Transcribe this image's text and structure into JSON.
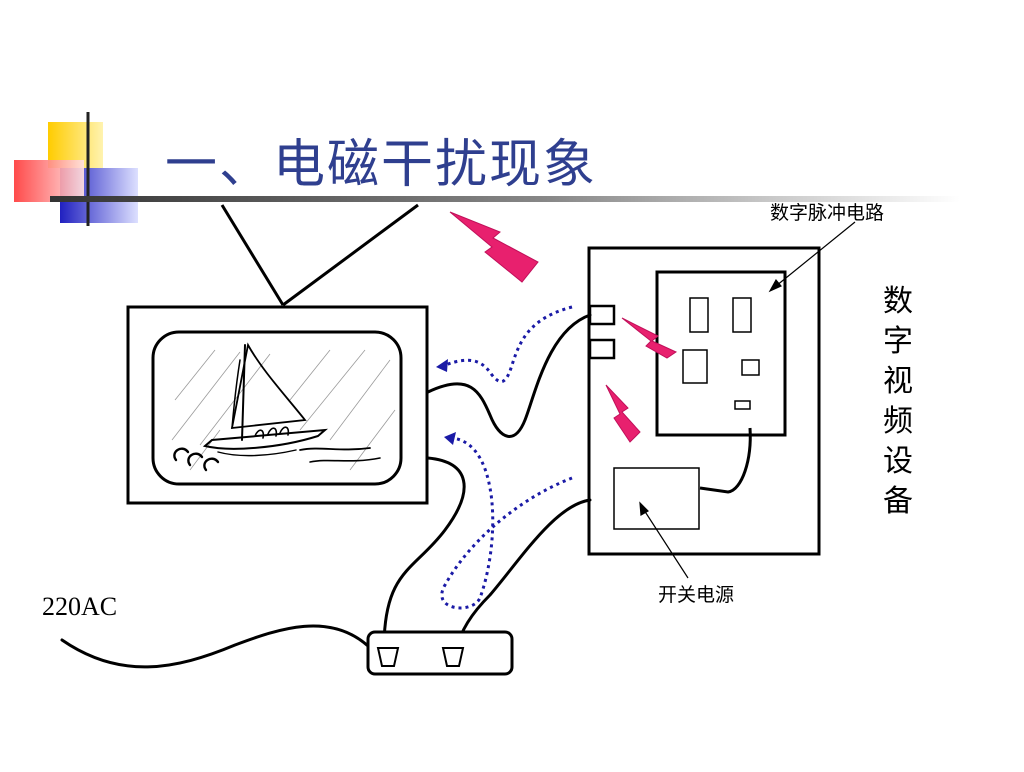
{
  "slide": {
    "title": "一、电磁干扰现象"
  },
  "labels": {
    "digital_pulse_circuit": "数字脉冲电路",
    "switching_power_supply": "开关电源",
    "mains_voltage": "220AC",
    "digital_video_device": [
      "数",
      "字",
      "视",
      "频",
      "设",
      "备"
    ]
  },
  "colors": {
    "title": "#2f3f8f",
    "interference_bolt": "#e8206e",
    "coupling_path": "#1a1aa6",
    "accent_yellow": "#ffd200",
    "accent_blue": "#3838c8",
    "accent_red": "#ff4040",
    "line": "#000000"
  },
  "icons": {
    "sailboat": "sailboat-icon",
    "lightning": "lightning-bolt-icon",
    "plug": "plug-icon"
  }
}
